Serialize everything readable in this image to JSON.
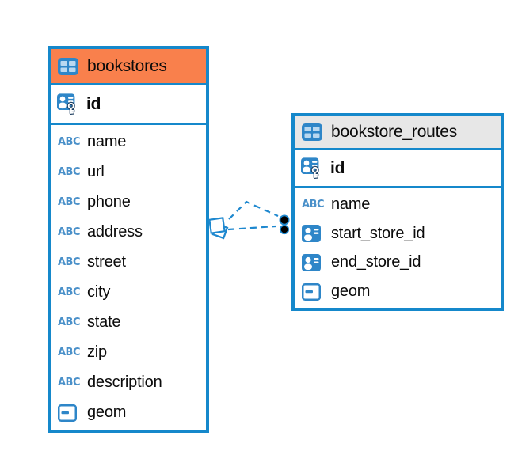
{
  "diagram": {
    "background": "#ffffff",
    "accent_blue": "#1588CB",
    "icon_blue": "#2E86C8",
    "abc_blue": "#4A90C9"
  },
  "icons": {
    "abc_label": "ABC"
  },
  "tables": [
    {
      "name": "bookstores",
      "header_color": "#F9804C",
      "primary_key": {
        "name": "id"
      },
      "columns": [
        {
          "name": "name",
          "type": "text"
        },
        {
          "name": "url",
          "type": "text"
        },
        {
          "name": "phone",
          "type": "text"
        },
        {
          "name": "address",
          "type": "text"
        },
        {
          "name": "street",
          "type": "text"
        },
        {
          "name": "city",
          "type": "text"
        },
        {
          "name": "state",
          "type": "text"
        },
        {
          "name": "zip",
          "type": "text"
        },
        {
          "name": "description",
          "type": "text"
        },
        {
          "name": "geom",
          "type": "geometry"
        }
      ]
    },
    {
      "name": "bookstore_routes",
      "header_color": "#E7E7E7",
      "primary_key": {
        "name": "id"
      },
      "columns": [
        {
          "name": "name",
          "type": "text"
        },
        {
          "name": "start_store_id",
          "type": "reference"
        },
        {
          "name": "end_store_id",
          "type": "reference"
        },
        {
          "name": "geom",
          "type": "geometry"
        }
      ]
    }
  ],
  "relationships": [
    {
      "from": "bookstores",
      "to": "bookstore_routes.start_store_id",
      "style": "dashed",
      "color": "#1E88CF"
    },
    {
      "from": "bookstores",
      "to": "bookstore_routes.end_store_id",
      "style": "dashed",
      "color": "#1E88CF"
    }
  ]
}
